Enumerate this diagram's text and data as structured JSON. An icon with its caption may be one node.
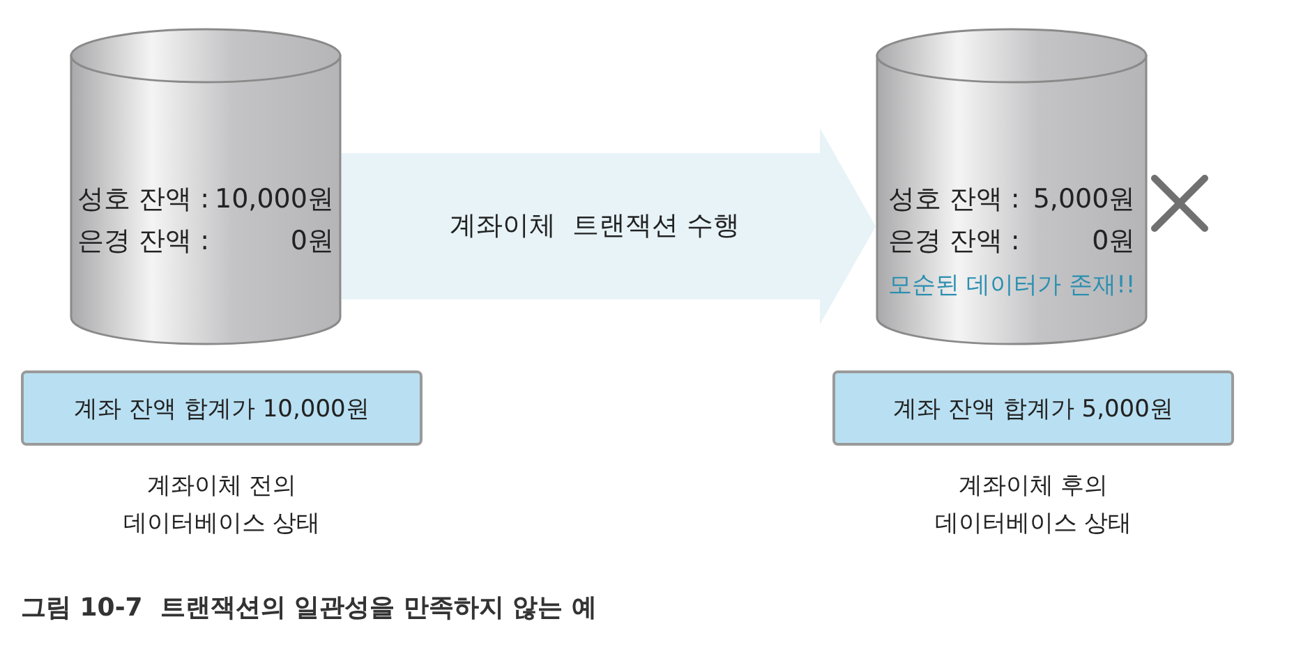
{
  "diagram": {
    "caption": "그림 10-7  트랜잭션의 일관성을 만족하지 않는 예",
    "nodes": [
      {
        "text": [
          "성호 잔액 :",
          "10,000원",
          "은경 잔액 :",
          "0원"
        ]
      },
      {
        "text": [
          "계좌 잔액 합계가 10,000원"
        ],
        "beside": [
          "계좌이체 전의 데이터베이스 상태"
        ]
      },
      {
        "text": [
          "성호 잔액 :",
          "5,000원",
          "은경 잔액 :",
          "0원",
          "모순된 데이터가 존재!!"
        ]
      },
      {
        "text": [
          "계좌 잔액 합계가 5,000원"
        ],
        "beside": [
          "계좌이체 후의 데이터베이스 상태"
        ]
      }
    ],
    "edges": [
      {
        "from": 0,
        "to": 2,
        "arrow": "to",
        "label": "계좌이체  트랜잭션 수행"
      }
    ]
  }
}
